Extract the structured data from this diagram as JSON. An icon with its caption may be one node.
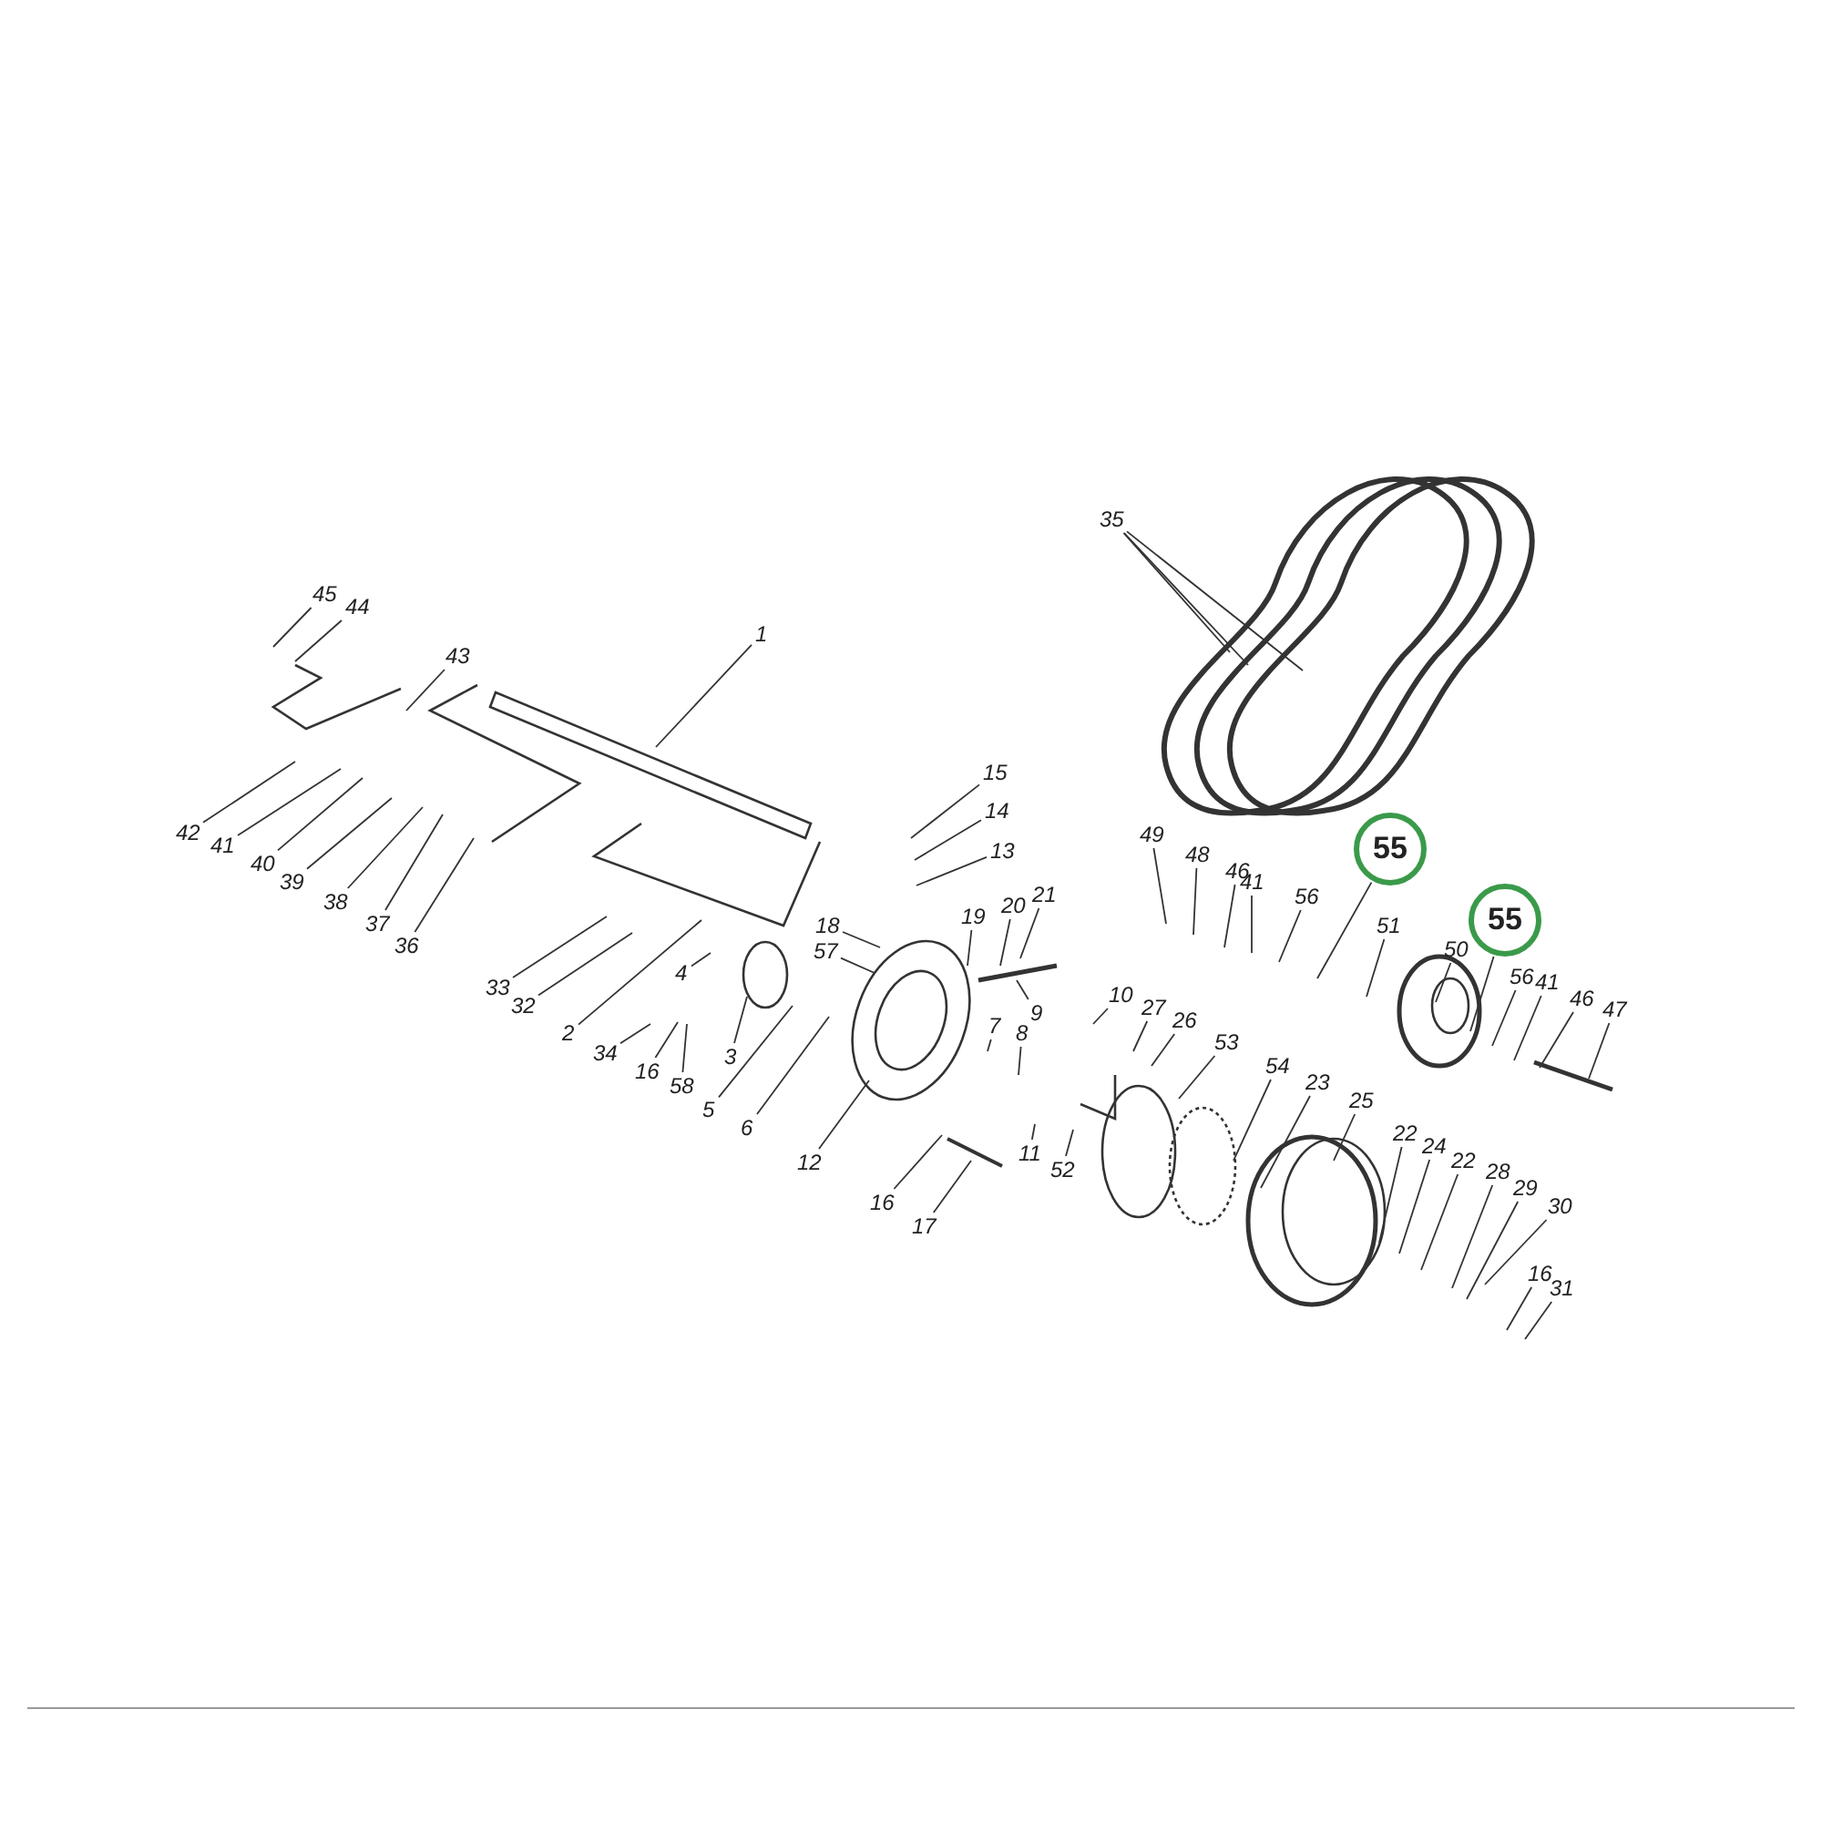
{
  "diagram": {
    "nodes": [
      {
        "text": [
          "45"
        ]
      },
      {
        "text": [
          "44"
        ]
      },
      {
        "text": [
          "43"
        ]
      },
      {
        "text": [
          "1"
        ]
      },
      {
        "text": [
          "42"
        ]
      },
      {
        "text": [
          "41"
        ]
      },
      {
        "text": [
          "40"
        ]
      },
      {
        "text": [
          "39"
        ]
      },
      {
        "text": [
          "38"
        ]
      },
      {
        "text": [
          "37"
        ]
      },
      {
        "text": [
          "36"
        ]
      },
      {
        "text": [
          "33"
        ]
      },
      {
        "text": [
          "32"
        ]
      },
      {
        "text": [
          "2"
        ]
      },
      {
        "text": [
          "4"
        ]
      },
      {
        "text": [
          "34"
        ]
      },
      {
        "text": [
          "16"
        ]
      },
      {
        "text": [
          "58"
        ]
      },
      {
        "text": [
          "3"
        ]
      },
      {
        "text": [
          "5"
        ]
      },
      {
        "text": [
          "6"
        ]
      },
      {
        "text": [
          "12"
        ]
      },
      {
        "text": [
          "15"
        ]
      },
      {
        "text": [
          "14"
        ]
      },
      {
        "text": [
          "13"
        ]
      },
      {
        "text": [
          "18"
        ]
      },
      {
        "text": [
          "57"
        ]
      },
      {
        "text": [
          "19"
        ]
      },
      {
        "text": [
          "20"
        ]
      },
      {
        "text": [
          "21"
        ]
      },
      {
        "text": [
          "9"
        ]
      },
      {
        "text": [
          "7"
        ]
      },
      {
        "text": [
          "8"
        ]
      },
      {
        "text": [
          "10"
        ]
      },
      {
        "text": [
          "27"
        ]
      },
      {
        "text": [
          "26"
        ]
      },
      {
        "text": [
          "11"
        ]
      },
      {
        "text": [
          "52"
        ]
      },
      {
        "text": [
          "53"
        ]
      },
      {
        "text": [
          "16"
        ]
      },
      {
        "text": [
          "17"
        ]
      },
      {
        "text": [
          "54"
        ]
      },
      {
        "text": [
          "23"
        ]
      },
      {
        "text": [
          "25"
        ]
      },
      {
        "text": [
          "22"
        ]
      },
      {
        "text": [
          "24"
        ]
      },
      {
        "text": [
          "22"
        ]
      },
      {
        "text": [
          "28"
        ]
      },
      {
        "text": [
          "29"
        ]
      },
      {
        "text": [
          "30"
        ]
      },
      {
        "text": [
          "16"
        ]
      },
      {
        "text": [
          "31"
        ]
      },
      {
        "text": [
          "35"
        ]
      },
      {
        "text": [
          "49"
        ]
      },
      {
        "text": [
          "48"
        ]
      },
      {
        "text": [
          "46"
        ]
      },
      {
        "text": [
          "41"
        ]
      },
      {
        "text": [
          "56"
        ]
      },
      {
        "text": [
          "55"
        ]
      },
      {
        "text": [
          "51"
        ]
      },
      {
        "text": [
          "50"
        ]
      },
      {
        "text": [
          "55"
        ]
      },
      {
        "text": [
          "56"
        ]
      },
      {
        "text": [
          "41"
        ]
      },
      {
        "text": [
          "46"
        ]
      },
      {
        "text": [
          "47"
        ]
      }
    ],
    "edges": [
      {
        "from": 0,
        "to": null,
        "arrow": "none"
      },
      {
        "from": 1,
        "to": null,
        "arrow": "none"
      },
      {
        "from": 2,
        "to": null,
        "arrow": "none"
      },
      {
        "from": 3,
        "to": null,
        "arrow": "none"
      },
      {
        "from": 4,
        "to": null,
        "arrow": "none"
      },
      {
        "from": 5,
        "to": null,
        "arrow": "none"
      },
      {
        "from": 6,
        "to": null,
        "arrow": "none"
      },
      {
        "from": 7,
        "to": null,
        "arrow": "none"
      },
      {
        "from": 8,
        "to": null,
        "arrow": "none"
      },
      {
        "from": 9,
        "to": null,
        "arrow": "none"
      },
      {
        "from": 10,
        "to": null,
        "arrow": "none"
      },
      {
        "from": 11,
        "to": null,
        "arrow": "none"
      },
      {
        "from": 12,
        "to": null,
        "arrow": "none"
      },
      {
        "from": 13,
        "to": null,
        "arrow": "none"
      },
      {
        "from": 14,
        "to": null,
        "arrow": "none"
      },
      {
        "from": 15,
        "to": null,
        "arrow": "none"
      },
      {
        "from": 16,
        "to": null,
        "arrow": "none"
      },
      {
        "from": 17,
        "to": null,
        "arrow": "none"
      },
      {
        "from": 18,
        "to": null,
        "arrow": "none"
      },
      {
        "from": 19,
        "to": null,
        "arrow": "none"
      },
      {
        "from": 20,
        "to": null,
        "arrow": "none"
      },
      {
        "from": 21,
        "to": null,
        "arrow": "none"
      },
      {
        "from": 22,
        "to": null,
        "arrow": "none"
      },
      {
        "from": 23,
        "to": null,
        "arrow": "none"
      },
      {
        "from": 24,
        "to": null,
        "arrow": "none"
      },
      {
        "from": 25,
        "to": null,
        "arrow": "none"
      },
      {
        "from": 26,
        "to": null,
        "arrow": "none"
      },
      {
        "from": 27,
        "to": null,
        "arrow": "none"
      },
      {
        "from": 28,
        "to": null,
        "arrow": "none"
      },
      {
        "from": 29,
        "to": null,
        "arrow": "none"
      },
      {
        "from": 30,
        "to": null,
        "arrow": "none"
      },
      {
        "from": 31,
        "to": null,
        "arrow": "none"
      },
      {
        "from": 32,
        "to": null,
        "arrow": "none"
      },
      {
        "from": 33,
        "to": null,
        "arrow": "none"
      },
      {
        "from": 34,
        "to": null,
        "arrow": "none"
      },
      {
        "from": 35,
        "to": null,
        "arrow": "none"
      },
      {
        "from": 36,
        "to": null,
        "arrow": "none"
      },
      {
        "from": 37,
        "to": null,
        "arrow": "none"
      },
      {
        "from": 38,
        "to": null,
        "arrow": "none"
      },
      {
        "from": 39,
        "to": null,
        "arrow": "none"
      },
      {
        "from": 40,
        "to": null,
        "arrow": "none"
      },
      {
        "from": 41,
        "to": null,
        "arrow": "none"
      },
      {
        "from": 42,
        "to": null,
        "arrow": "none"
      },
      {
        "from": 43,
        "to": null,
        "arrow": "none"
      },
      {
        "from": 44,
        "to": null,
        "arrow": "none"
      },
      {
        "from": 45,
        "to": null,
        "arrow": "none"
      },
      {
        "from": 46,
        "to": null,
        "arrow": "none"
      },
      {
        "from": 47,
        "to": null,
        "arrow": "none"
      },
      {
        "from": 48,
        "to": null,
        "arrow": "none"
      },
      {
        "from": 49,
        "to": null,
        "arrow": "none"
      },
      {
        "from": 50,
        "to": null,
        "arrow": "none"
      },
      {
        "from": 51,
        "to": null,
        "arrow": "none"
      },
      {
        "from": 52,
        "to": null,
        "arrow": "none"
      },
      {
        "from": 52,
        "to": null,
        "arrow": "none"
      },
      {
        "from": 52,
        "to": null,
        "arrow": "none"
      },
      {
        "from": 53,
        "to": null,
        "arrow": "none"
      },
      {
        "from": 54,
        "to": null,
        "arrow": "none"
      },
      {
        "from": 55,
        "to": null,
        "arrow": "none"
      },
      {
        "from": 56,
        "to": null,
        "arrow": "none"
      },
      {
        "from": 57,
        "to": null,
        "arrow": "none"
      },
      {
        "from": 58,
        "to": null,
        "arrow": "none"
      },
      {
        "from": 59,
        "to": null,
        "arrow": "none"
      },
      {
        "from": 60,
        "to": null,
        "arrow": "none"
      },
      {
        "from": 61,
        "to": null,
        "arrow": "none"
      },
      {
        "from": 62,
        "to": null,
        "arrow": "none"
      },
      {
        "from": 63,
        "to": null,
        "arrow": "none"
      },
      {
        "from": 64,
        "to": null,
        "arrow": "none"
      },
      {
        "from": 65,
        "to": null,
        "arrow": "none"
      }
    ]
  }
}
